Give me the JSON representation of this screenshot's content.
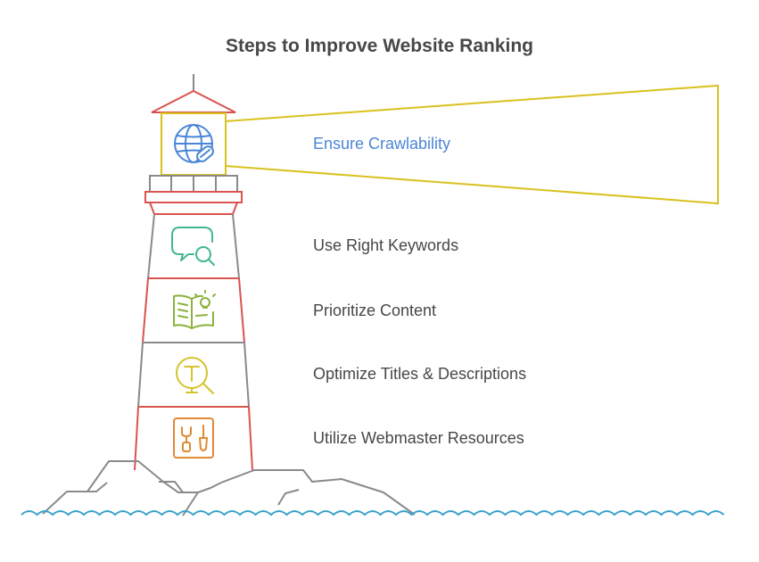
{
  "title": "Steps to Improve Website Ranking",
  "steps": [
    {
      "label": "Ensure Crawlability",
      "icon": "globe-link-icon",
      "color": "#4a86d6"
    },
    {
      "label": "Use Right Keywords",
      "icon": "chat-search-icon",
      "color": "#41b88a"
    },
    {
      "label": "Prioritize Content",
      "icon": "book-idea-icon",
      "color": "#8bb33c"
    },
    {
      "label": "Optimize Titles & Descriptions",
      "icon": "title-search-icon",
      "color": "#d4c32b"
    },
    {
      "label": "Utilize Webmaster Resources",
      "icon": "tools-icon",
      "color": "#e08a33"
    }
  ],
  "colors": {
    "tower_red": "#d9534f",
    "tower_gray": "#8a8a8a",
    "beam": "#d8c21e",
    "water": "#3aa3cc",
    "text": "#474747"
  }
}
